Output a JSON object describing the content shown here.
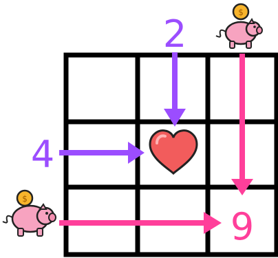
{
  "labels": {
    "top_number": "2",
    "left_number": "4",
    "result_number": "9"
  },
  "grid": {
    "rows": 3,
    "cols": 3
  },
  "icons": {
    "center_cell": "heart-icon",
    "top_right": "piggy-bank-icon",
    "bottom_left": "piggy-bank-icon",
    "coin": "coin-icon"
  },
  "colors": {
    "grid_line": "#000000",
    "purple": "#9b4dff",
    "pink": "#ff3f9a",
    "heart_fill": "#f25c5c",
    "pig_fill": "#f7a3c0",
    "coin_fill": "#f7b42c"
  }
}
